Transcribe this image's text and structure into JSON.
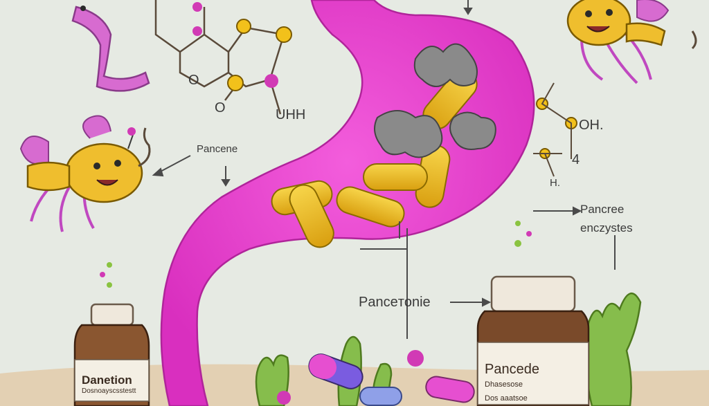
{
  "labels": {
    "pancene": "Pancene",
    "pancree_enzyme_line1": "Pancree",
    "pancree_enzyme_line2": "enczystes",
    "pancetonie": "Panceтonie",
    "uhh": "UHH",
    "oh": "OH.",
    "four": "4",
    "h": "H.",
    "o_ring": "O",
    "o_left": "O"
  },
  "bottles": {
    "left": {
      "title": "Danetion",
      "subtitle": "Dosnoayscsstestt"
    },
    "right": {
      "title": "Pancede",
      "subtitle": "Dhasesose",
      "footer": "Dos aaatsoe"
    }
  },
  "colors": {
    "stomach": "#e93fd0",
    "capsule": "#f2c11b",
    "creature": "#efbe2e",
    "wing": "#d76bd0",
    "plant": "#7cb342",
    "background": "#e6eae3",
    "bottle": "#7a4a2a"
  }
}
